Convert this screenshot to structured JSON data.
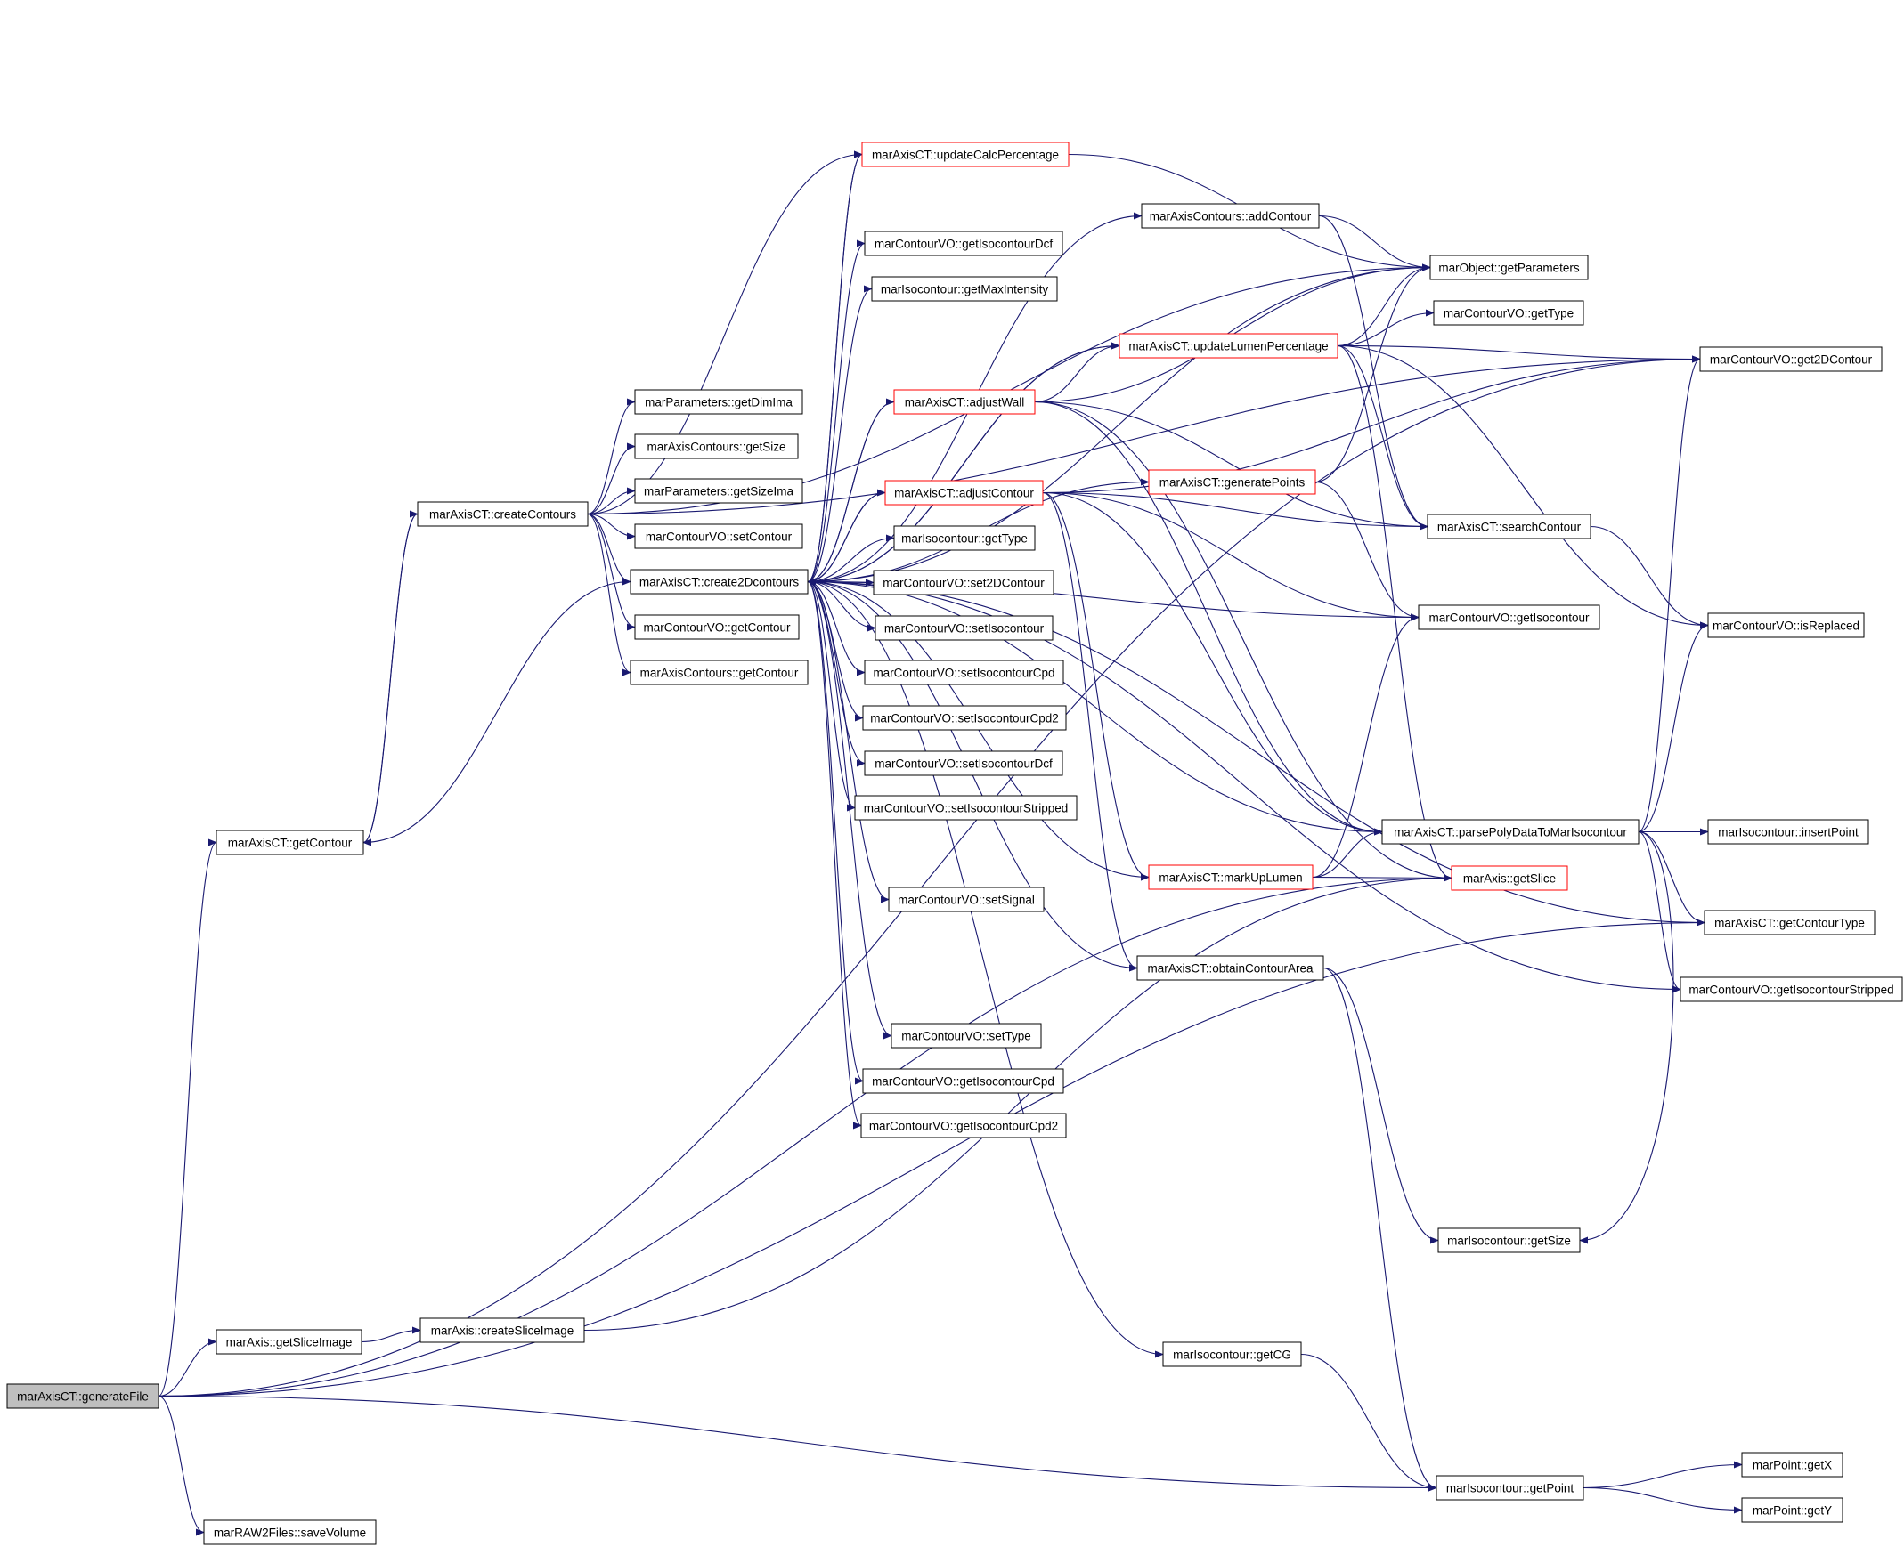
{
  "colors": {
    "edge": "#191970",
    "node_border": "#000000",
    "highlight_border": "#ff0000",
    "root_fill": "#bfbfbf",
    "node_fill": "#ffffff"
  },
  "nodes": [
    {
      "id": "generateFile",
      "label": "marAxisCT::generateFile",
      "style": "root"
    },
    {
      "id": "getContour",
      "label": "marAxisCT::getContour",
      "style": "normal"
    },
    {
      "id": "getSliceImage",
      "label": "marAxis::getSliceImage",
      "style": "normal"
    },
    {
      "id": "saveVolume",
      "label": "marRAW2Files::saveVolume",
      "style": "normal"
    },
    {
      "id": "createSliceImage",
      "label": "marAxis::createSliceImage",
      "style": "normal"
    },
    {
      "id": "createContours",
      "label": "marAxisCT::createContours",
      "style": "normal"
    },
    {
      "id": "getDimIma",
      "label": "marParameters::getDimIma",
      "style": "normal"
    },
    {
      "id": "acGetSize",
      "label": "marAxisContours::getSize",
      "style": "normal"
    },
    {
      "id": "getSizeIma",
      "label": "marParameters::getSizeIma",
      "style": "normal"
    },
    {
      "id": "setContour",
      "label": "marContourVO::setContour",
      "style": "normal"
    },
    {
      "id": "create2Dcontours",
      "label": "marAxisCT::create2Dcontours",
      "style": "normal"
    },
    {
      "id": "cvoGetContour",
      "label": "marContourVO::getContour",
      "style": "normal"
    },
    {
      "id": "acGetContour",
      "label": "marAxisContours::getContour",
      "style": "normal"
    },
    {
      "id": "updateCalcPercentage",
      "label": "marAxisCT::updateCalcPercentage",
      "style": "highlight"
    },
    {
      "id": "getIsocontourDcf",
      "label": "marContourVO::getIsocontourDcf",
      "style": "normal"
    },
    {
      "id": "getMaxIntensity",
      "label": "marIsocontour::getMaxIntensity",
      "style": "normal"
    },
    {
      "id": "adjustWall",
      "label": "marAxisCT::adjustWall",
      "style": "highlight"
    },
    {
      "id": "adjustContour",
      "label": "marAxisCT::adjustContour",
      "style": "highlight"
    },
    {
      "id": "isoGetType",
      "label": "marIsocontour::getType",
      "style": "normal"
    },
    {
      "id": "set2DContour",
      "label": "marContourVO::set2DContour",
      "style": "normal"
    },
    {
      "id": "setIsocontour",
      "label": "marContourVO::setIsocontour",
      "style": "normal"
    },
    {
      "id": "setIsocontourCpd",
      "label": "marContourVO::setIsocontourCpd",
      "style": "normal"
    },
    {
      "id": "setIsocontourCpd2",
      "label": "marContourVO::setIsocontourCpd2",
      "style": "normal"
    },
    {
      "id": "setIsocontourDcf",
      "label": "marContourVO::setIsocontourDcf",
      "style": "normal"
    },
    {
      "id": "setIsocontourStripped",
      "label": "marContourVO::setIsocontourStripped",
      "style": "normal"
    },
    {
      "id": "setSignal",
      "label": "marContourVO::setSignal",
      "style": "normal"
    },
    {
      "id": "setType",
      "label": "marContourVO::setType",
      "style": "normal"
    },
    {
      "id": "getIsocontourCpd",
      "label": "marContourVO::getIsocontourCpd",
      "style": "normal"
    },
    {
      "id": "getIsocontourCpd2",
      "label": "marContourVO::getIsocontourCpd2",
      "style": "normal"
    },
    {
      "id": "addContour",
      "label": "marAxisContours::addContour",
      "style": "normal"
    },
    {
      "id": "updateLumenPercentage",
      "label": "marAxisCT::updateLumenPercentage",
      "style": "highlight"
    },
    {
      "id": "generatePoints",
      "label": "marAxisCT::generatePoints",
      "style": "highlight"
    },
    {
      "id": "markUpLumen",
      "label": "marAxisCT::markUpLumen",
      "style": "highlight"
    },
    {
      "id": "obtainContourArea",
      "label": "marAxisCT::obtainContourArea",
      "style": "normal"
    },
    {
      "id": "isoGetCG",
      "label": "marIsocontour::getCG",
      "style": "normal"
    },
    {
      "id": "getParameters",
      "label": "marObject::getParameters",
      "style": "normal"
    },
    {
      "id": "cvoGetType",
      "label": "marContourVO::getType",
      "style": "normal"
    },
    {
      "id": "searchContour",
      "label": "marAxisCT::searchContour",
      "style": "normal"
    },
    {
      "id": "getIsocontour",
      "label": "marContourVO::getIsocontour",
      "style": "normal"
    },
    {
      "id": "parsePolyData",
      "label": "marAxisCT::parsePolyDataToMarIsocontour",
      "style": "normal"
    },
    {
      "id": "getSlice",
      "label": "marAxis::getSlice",
      "style": "highlight"
    },
    {
      "id": "isoGetSize",
      "label": "marIsocontour::getSize",
      "style": "normal"
    },
    {
      "id": "isoGetPoint",
      "label": "marIsocontour::getPoint",
      "style": "normal"
    },
    {
      "id": "get2DContour",
      "label": "marContourVO::get2DContour",
      "style": "normal"
    },
    {
      "id": "isReplaced",
      "label": "marContourVO::isReplaced",
      "style": "normal"
    },
    {
      "id": "insertPoint",
      "label": "marIsocontour::insertPoint",
      "style": "normal"
    },
    {
      "id": "getContourType",
      "label": "marAxisCT::getContourType",
      "style": "normal"
    },
    {
      "id": "getIsocontourStripped",
      "label": "marContourVO::getIsocontourStripped",
      "style": "normal"
    },
    {
      "id": "getX",
      "label": "marPoint::getX",
      "style": "normal"
    },
    {
      "id": "getY",
      "label": "marPoint::getY",
      "style": "normal"
    }
  ],
  "edges": [
    [
      "generateFile",
      "getContour"
    ],
    [
      "generateFile",
      "getSliceImage"
    ],
    [
      "generateFile",
      "saveVolume"
    ],
    [
      "generateFile",
      "getSlice"
    ],
    [
      "generateFile",
      "isoGetPoint"
    ],
    [
      "generateFile",
      "getContourType"
    ],
    [
      "generateFile",
      "get2DContour"
    ],
    [
      "getSliceImage",
      "createSliceImage"
    ],
    [
      "createSliceImage",
      "getSlice"
    ],
    [
      "getContour",
      "createContours"
    ],
    [
      "createContours",
      "getContour"
    ],
    [
      "createContours",
      "getDimIma"
    ],
    [
      "createContours",
      "acGetSize"
    ],
    [
      "createContours",
      "getSizeIma"
    ],
    [
      "createContours",
      "setContour"
    ],
    [
      "createContours",
      "create2Dcontours"
    ],
    [
      "createContours",
      "cvoGetContour"
    ],
    [
      "createContours",
      "acGetContour"
    ],
    [
      "createContours",
      "updateCalcPercentage"
    ],
    [
      "createContours",
      "getParameters"
    ],
    [
      "createContours",
      "get2DContour"
    ],
    [
      "create2Dcontours",
      "updateCalcPercentage"
    ],
    [
      "create2Dcontours",
      "getIsocontourDcf"
    ],
    [
      "create2Dcontours",
      "getMaxIntensity"
    ],
    [
      "create2Dcontours",
      "adjustWall"
    ],
    [
      "create2Dcontours",
      "adjustContour"
    ],
    [
      "create2Dcontours",
      "isoGetType"
    ],
    [
      "create2Dcontours",
      "set2DContour"
    ],
    [
      "create2Dcontours",
      "setIsocontour"
    ],
    [
      "create2Dcontours",
      "setIsocontourCpd"
    ],
    [
      "create2Dcontours",
      "setIsocontourCpd2"
    ],
    [
      "create2Dcontours",
      "setIsocontourDcf"
    ],
    [
      "create2Dcontours",
      "setIsocontourStripped"
    ],
    [
      "create2Dcontours",
      "setSignal"
    ],
    [
      "create2Dcontours",
      "setType"
    ],
    [
      "create2Dcontours",
      "getIsocontourCpd"
    ],
    [
      "create2Dcontours",
      "getIsocontourCpd2"
    ],
    [
      "create2Dcontours",
      "addContour"
    ],
    [
      "create2Dcontours",
      "updateLumenPercentage"
    ],
    [
      "create2Dcontours",
      "generatePoints"
    ],
    [
      "create2Dcontours",
      "markUpLumen"
    ],
    [
      "create2Dcontours",
      "obtainContourArea"
    ],
    [
      "create2Dcontours",
      "isoGetCG"
    ],
    [
      "create2Dcontours",
      "getParameters"
    ],
    [
      "create2Dcontours",
      "getIsocontour"
    ],
    [
      "create2Dcontours",
      "parsePolyData"
    ],
    [
      "create2Dcontours",
      "getContourType"
    ],
    [
      "create2Dcontours",
      "getIsocontourStripped"
    ],
    [
      "create2Dcontours",
      "getContour"
    ],
    [
      "updateCalcPercentage",
      "getParameters"
    ],
    [
      "updateCalcPercentage",
      "create2Dcontours"
    ],
    [
      "adjustWall",
      "updateLumenPercentage"
    ],
    [
      "adjustWall",
      "getParameters"
    ],
    [
      "adjustWall",
      "searchContour"
    ],
    [
      "adjustWall",
      "parsePolyData"
    ],
    [
      "adjustWall",
      "getSlice"
    ],
    [
      "adjustWall",
      "create2Dcontours"
    ],
    [
      "adjustContour",
      "searchContour"
    ],
    [
      "adjustContour",
      "getIsocontour"
    ],
    [
      "adjustContour",
      "parsePolyData"
    ],
    [
      "adjustContour",
      "markUpLumen"
    ],
    [
      "adjustContour",
      "obtainContourArea"
    ],
    [
      "adjustContour",
      "get2DContour"
    ],
    [
      "adjustContour",
      "create2Dcontours"
    ],
    [
      "addContour",
      "getParameters"
    ],
    [
      "addContour",
      "searchContour"
    ],
    [
      "updateLumenPercentage",
      "getParameters"
    ],
    [
      "updateLumenPercentage",
      "cvoGetType"
    ],
    [
      "updateLumenPercentage",
      "get2DContour"
    ],
    [
      "updateLumenPercentage",
      "searchContour"
    ],
    [
      "updateLumenPercentage",
      "isReplaced"
    ],
    [
      "updateLumenPercentage",
      "getSlice"
    ],
    [
      "updateLumenPercentage",
      "create2Dcontours"
    ],
    [
      "generatePoints",
      "getParameters"
    ],
    [
      "generatePoints",
      "getIsocontour"
    ],
    [
      "markUpLumen",
      "parsePolyData"
    ],
    [
      "markUpLumen",
      "getSlice"
    ],
    [
      "markUpLumen",
      "getIsocontour"
    ],
    [
      "obtainContourArea",
      "isoGetSize"
    ],
    [
      "obtainContourArea",
      "isoGetPoint"
    ],
    [
      "isoGetCG",
      "isoGetPoint"
    ],
    [
      "searchContour",
      "isReplaced"
    ],
    [
      "parsePolyData",
      "insertPoint"
    ],
    [
      "parsePolyData",
      "get2DContour"
    ],
    [
      "parsePolyData",
      "isReplaced"
    ],
    [
      "parsePolyData",
      "getContourType"
    ],
    [
      "parsePolyData",
      "getIsocontourStripped"
    ],
    [
      "parsePolyData",
      "isoGetSize"
    ],
    [
      "isoGetPoint",
      "getX"
    ],
    [
      "isoGetPoint",
      "getY"
    ]
  ]
}
